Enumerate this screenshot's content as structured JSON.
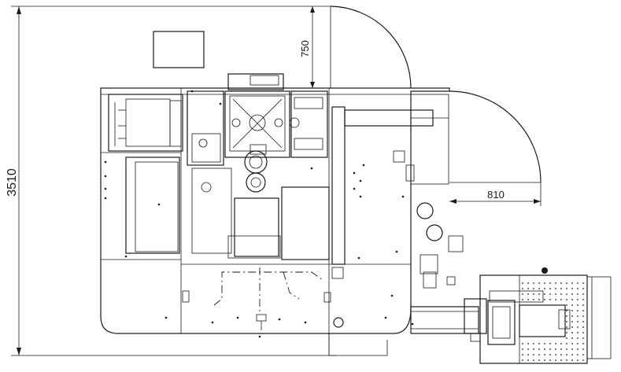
{
  "dimensions": {
    "height_total": "3510",
    "top_clearance": "750",
    "right_clearance": "810"
  }
}
